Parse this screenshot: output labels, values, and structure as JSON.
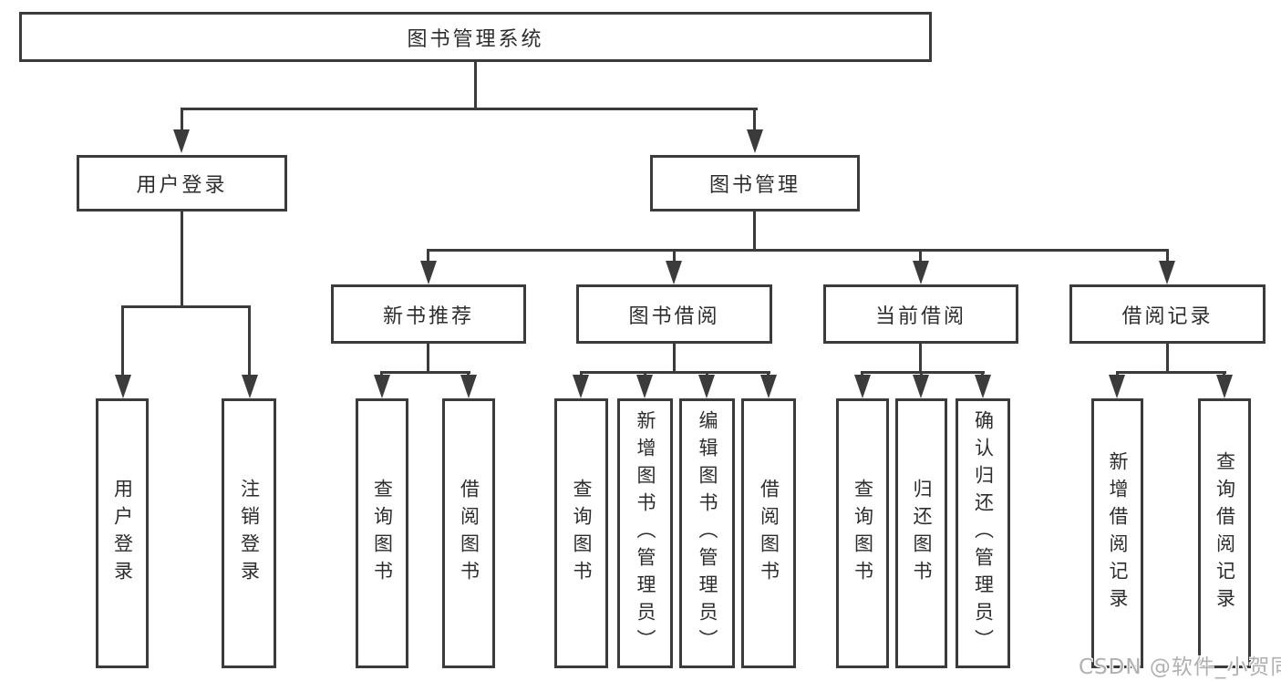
{
  "diagram": {
    "root": {
      "label": "图书管理系统"
    },
    "branches": {
      "user_login": {
        "label": "用户登录",
        "children": [
          "用户登录",
          "注销登录"
        ]
      },
      "book_management": {
        "label": "图书管理"
      }
    },
    "modules": {
      "new_book": {
        "label": "新书推荐",
        "children": [
          "查询图书",
          "借阅图书"
        ]
      },
      "book_borrow": {
        "label": "图书借阅",
        "children": [
          "查询图书",
          "新增图书（管理员）",
          "编辑图书（管理员）",
          "借阅图书"
        ]
      },
      "current_borrow": {
        "label": "当前借阅",
        "children": [
          "查询图书",
          "归还图书",
          "确认归还（管理员）"
        ]
      },
      "borrow_record": {
        "label": "借阅记录",
        "children": [
          "新增借阅记录",
          "查询借阅记录"
        ]
      }
    },
    "watermark": "CSDN @软件_小贺同学",
    "colors": {
      "line": "#3b3b3b",
      "text": "#2d2d2d",
      "watermark": "#b0b0b0",
      "background": "#ffffff"
    }
  }
}
